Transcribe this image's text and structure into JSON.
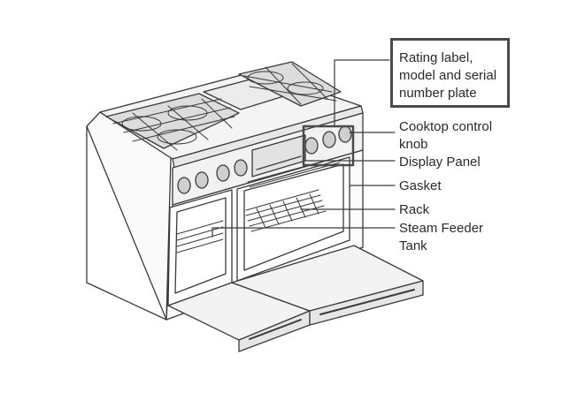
{
  "labels": {
    "rating_line1": "Rating label,",
    "rating_line2": "model and serial",
    "rating_line3": "number plate",
    "cooktop_line1": "Cooktop control",
    "cooktop_line2": "knob",
    "display": "Display Panel",
    "gasket": "Gasket",
    "rack": "Rack",
    "steam_line1": "Steam Feeder",
    "steam_line2": "Tank"
  },
  "colors": {
    "line": "#3a3a3a",
    "highlight": "#4a4a4a",
    "text": "#2a2a2a"
  }
}
